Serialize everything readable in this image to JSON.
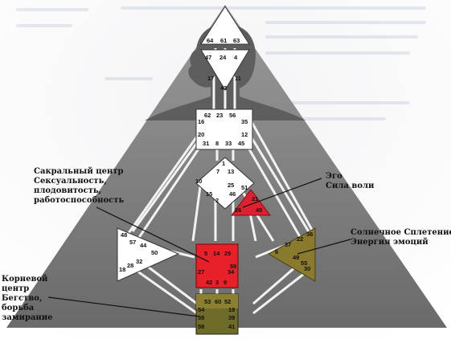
{
  "annotations": {
    "sacral": {
      "line1": "Сакральный центр",
      "line2": "Сексуальность,",
      "line3": "плодовитость,",
      "line4": "работоспособность"
    },
    "ego": {
      "line1": "Эго",
      "line2": "Сила воли"
    },
    "solar": {
      "line1": "Солнечное Сплетение",
      "line2": "Энергия эмоций"
    },
    "root": {
      "line1": "Корневой",
      "line2": "центр",
      "line3": "Бегство,",
      "line4": "борьба",
      "line5": "замирание"
    }
  },
  "gates": {
    "head": [
      "64",
      "61",
      "63"
    ],
    "ajna": [
      "47",
      "24",
      "4"
    ],
    "ajna_lower": [
      "17",
      "11",
      "43"
    ],
    "throat": [
      "62",
      "23",
      "56",
      "16",
      "35",
      "20",
      "12",
      "31",
      "8",
      "33",
      "45"
    ],
    "g": [
      "1",
      "7",
      "13",
      "10",
      "25",
      "15",
      "46",
      "2"
    ],
    "ego": [
      "21",
      "26",
      "40",
      "51"
    ],
    "spleen": [
      "48",
      "57",
      "44",
      "50",
      "18",
      "32",
      "28"
    ],
    "solar": [
      "36",
      "22",
      "37",
      "6",
      "49",
      "55",
      "30"
    ],
    "sacral": [
      "5",
      "14",
      "29",
      "27",
      "34",
      "42",
      "3",
      "9",
      "59"
    ],
    "root": [
      "53",
      "60",
      "52",
      "54",
      "19",
      "38",
      "39",
      "58",
      "41"
    ]
  },
  "colors": {
    "triangle": "#7d7d7d",
    "sacral": "#e8202a",
    "ego": "#e02030",
    "solar": "#8a7a2e",
    "root": "#6e6a28",
    "open_center": "#ffffff"
  }
}
